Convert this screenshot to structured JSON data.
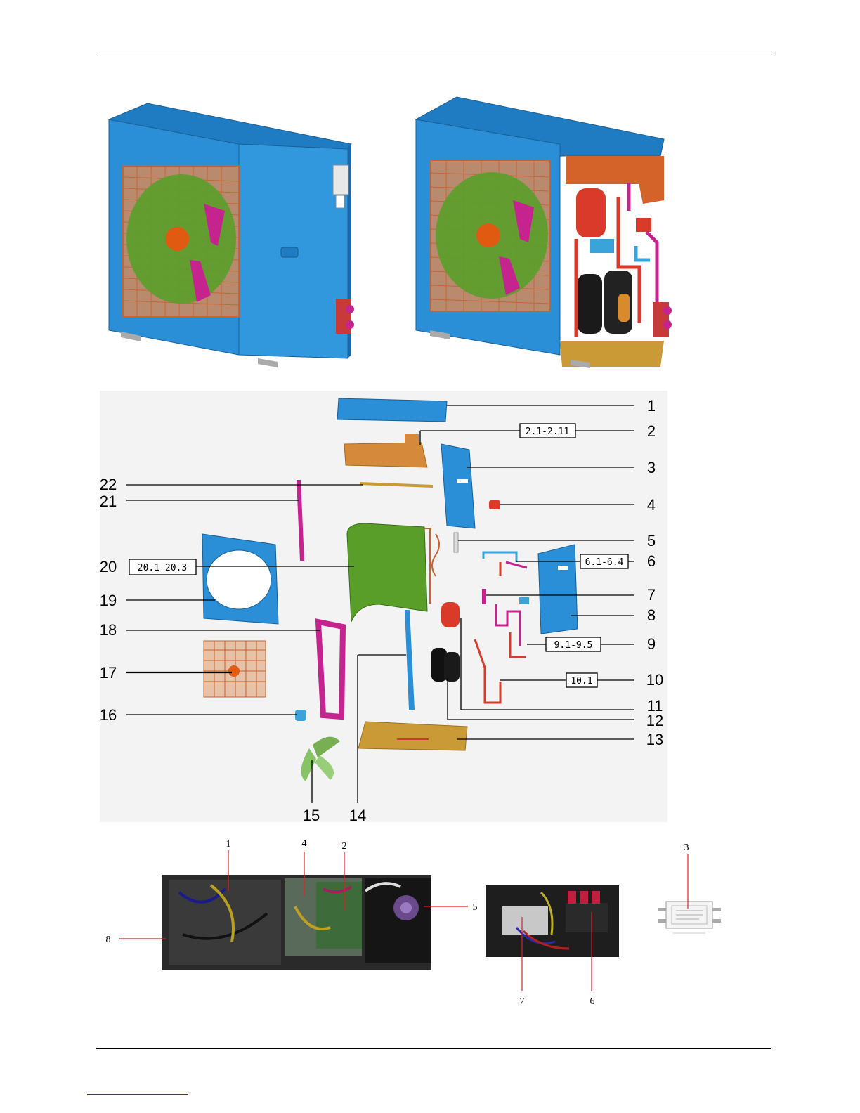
{
  "exploded_view": {
    "callouts": [
      {
        "id": "1",
        "label": "1",
        "sub": ""
      },
      {
        "id": "2",
        "label": "2",
        "sub": "2.1-2.11"
      },
      {
        "id": "3",
        "label": "3",
        "sub": ""
      },
      {
        "id": "4",
        "label": "4",
        "sub": ""
      },
      {
        "id": "5",
        "label": "5",
        "sub": ""
      },
      {
        "id": "6",
        "label": "6",
        "sub": "6.1-6.4"
      },
      {
        "id": "7",
        "label": "7",
        "sub": ""
      },
      {
        "id": "8",
        "label": "8",
        "sub": ""
      },
      {
        "id": "9",
        "label": "9",
        "sub": "9.1-9.5"
      },
      {
        "id": "10",
        "label": "10",
        "sub": "10.1"
      },
      {
        "id": "11",
        "label": "11",
        "sub": ""
      },
      {
        "id": "12",
        "label": "12",
        "sub": ""
      },
      {
        "id": "13",
        "label": "13",
        "sub": ""
      },
      {
        "id": "14",
        "label": "14",
        "sub": ""
      },
      {
        "id": "15",
        "label": "15",
        "sub": ""
      },
      {
        "id": "16",
        "label": "16",
        "sub": ""
      },
      {
        "id": "17",
        "label": "17",
        "sub": ""
      },
      {
        "id": "18",
        "label": "18",
        "sub": ""
      },
      {
        "id": "19",
        "label": "19",
        "sub": ""
      },
      {
        "id": "20",
        "label": "20",
        "sub": "20.1-20.3"
      },
      {
        "id": "21",
        "label": "21",
        "sub": ""
      },
      {
        "id": "22",
        "label": "22",
        "sub": ""
      }
    ]
  },
  "photos": {
    "control_box": {
      "labels": [
        "1",
        "4",
        "2",
        "5",
        "8"
      ]
    },
    "terminal_block": {
      "labels": [
        "7",
        "6"
      ]
    },
    "filter": {
      "labels": [
        "3"
      ]
    }
  },
  "colors": {
    "casing_blue": "#2a8fd6",
    "coil_green": "#5a9e2a",
    "grille_copper": "#c8622e",
    "bracket_magenta": "#c5248f",
    "base_gold": "#c99a35"
  }
}
